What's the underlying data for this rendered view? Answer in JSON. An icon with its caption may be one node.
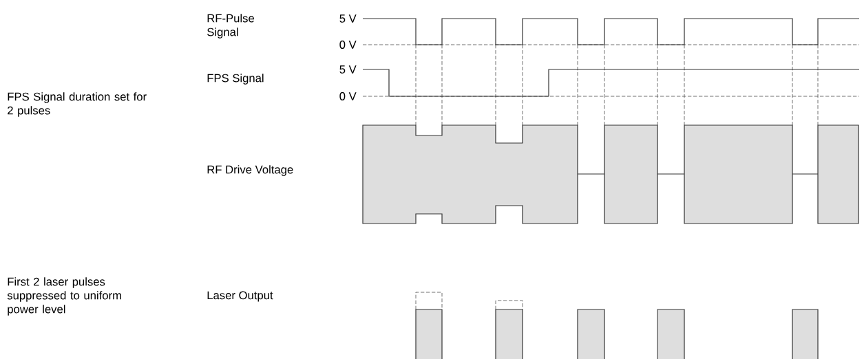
{
  "diagram": {
    "labels": [
      "RF-Pulse Signal",
      "5 V",
      "FPS Signal duration set for 2 pulses",
      "0 V",
      "FPS Signal",
      "5 V",
      "0 V",
      "RF Drive Voltage",
      "First 2 laser pulses suppressed to uniform power level",
      "Laser Output"
    ]
  }
}
